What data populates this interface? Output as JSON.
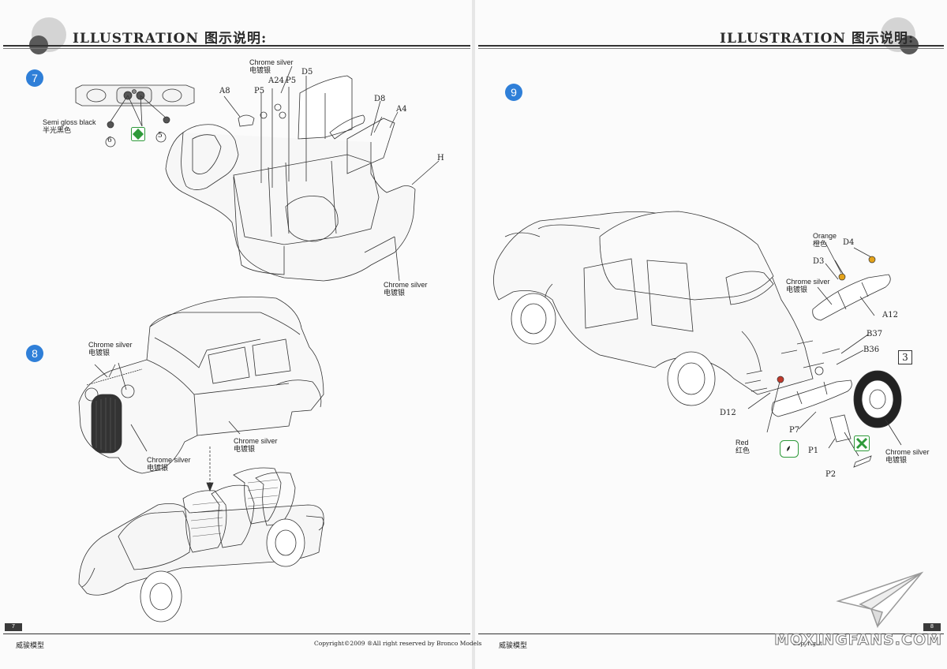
{
  "header": {
    "title_left": "ILLUSTRATION 图示说明:",
    "title_right": "ILLUSTRATION 图示说明:"
  },
  "steps": {
    "step7": {
      "number": "7",
      "semi_gloss_en": "Semi gloss black",
      "semi_gloss_cn": "半光黑色",
      "part_6": "6",
      "part_5": "5",
      "chrome_top_en": "Chrome silver",
      "chrome_top_cn": "电镀银",
      "chrome_bottom_en": "Chrome silver",
      "chrome_bottom_cn": "电镀银",
      "parts": [
        "A8",
        "P5",
        "A24",
        "P5",
        "D5",
        "D8",
        "A4",
        "H"
      ]
    },
    "step8": {
      "number": "8",
      "chrome_a_en": "Chrome silver",
      "chrome_a_cn": "电镀银",
      "chrome_b_en": "Chrome silver",
      "chrome_b_cn": "电镀银",
      "chrome_c_en": "Chrome silver",
      "chrome_c_cn": "电镀银"
    },
    "step9": {
      "number": "9",
      "orange_en": "Orange",
      "orange_cn": "橙色",
      "chrome_a_en": "Chrome silver",
      "chrome_a_cn": "电镀银",
      "red_en": "Red",
      "red_cn": "红色",
      "chrome_b_en": "Chrome silver",
      "chrome_b_cn": "电镀银",
      "box_label": "3",
      "parts": [
        "D4",
        "D3",
        "A12",
        "B37",
        "B36",
        "D12",
        "P7",
        "P1",
        "P2"
      ]
    }
  },
  "footer": {
    "left_page_num": "7",
    "right_page_num": "8",
    "left_cn": "威骏模型",
    "right_cn": "威骏模型",
    "copyright": "Copyright©2009  ®All right reserved by Bronco Models",
    "right_copy_partial": "Copyright",
    "watermark": "MOXINGFANS.COM"
  },
  "colors": {
    "badge_blue": "#2f7fd8",
    "green_icon": "#2e9a3a",
    "orange_dot": "#e3a21a",
    "red_dot": "#c0392b"
  }
}
